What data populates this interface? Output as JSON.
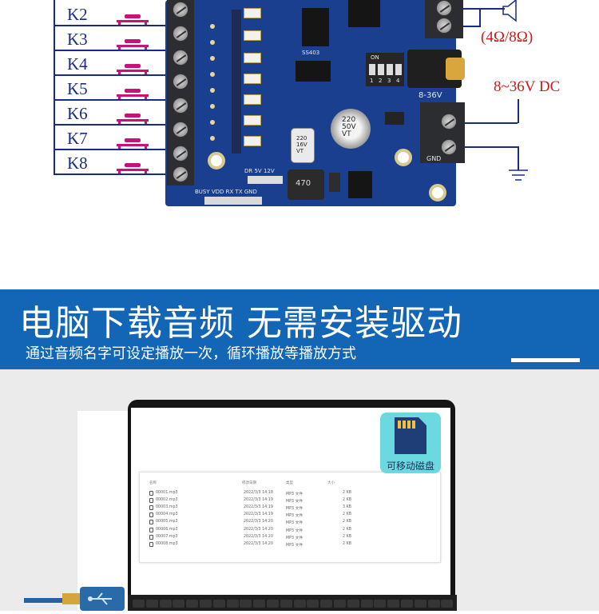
{
  "diagram": {
    "keys": [
      "K2",
      "K3",
      "K4",
      "K5",
      "K6",
      "K7",
      "K8"
    ],
    "speaker_impedance": "(4Ω/8Ω)",
    "power_label": "8~36V DC",
    "board_silkscreen": {
      "chip": "SS403",
      "switch": "ON",
      "switch_nums": [
        "1",
        "2",
        "3",
        "4"
      ],
      "voltage": "8-36V",
      "gnd": "GND",
      "cap_large": "220\n50V\nVT",
      "cap_small": "220\n16V\nVT",
      "inductor": "470",
      "jumpers": "DR  5V  12V",
      "header": "BUSY VDD RX TX GND"
    },
    "colors": {
      "board": "#1b3f8f",
      "wire": "#1a2a8a",
      "button": "#c8127a",
      "annot": "#cc1a1a"
    }
  },
  "banner": {
    "title": "电脑下载音频  无需安装驱动",
    "subtitle": "通过音频名字可设定播放一次，循环播放等播放方式",
    "color": "#1366b6"
  },
  "explorer": {
    "headers": [
      "名称",
      "修改日期",
      "类型",
      "大小"
    ],
    "rows": [
      {
        "name": "00001.mp3",
        "date": "2022/3/3 14:18",
        "type": "MP3 文件",
        "size": "2 KB"
      },
      {
        "name": "00002.mp3",
        "date": "2022/3/3 14:19",
        "type": "MP3 文件",
        "size": "2 KB"
      },
      {
        "name": "00003.mp3",
        "date": "2022/3/3 14:19",
        "type": "MP3 文件",
        "size": "3 KB"
      },
      {
        "name": "00004.mp3",
        "date": "2022/3/3 14:19",
        "type": "MP3 文件",
        "size": "2 KB"
      },
      {
        "name": "00005.mp3",
        "date": "2022/3/3 14:20",
        "type": "MP3 文件",
        "size": "2 KB"
      },
      {
        "name": "00006.mp3",
        "date": "2022/3/3 14:20",
        "type": "MP3 文件",
        "size": "2 KB"
      },
      {
        "name": "00007.mp3",
        "date": "2022/3/3 14:20",
        "type": "MP3 文件",
        "size": "2 KB"
      },
      {
        "name": "00008.mp3",
        "date": "2022/3/3 14:20",
        "type": "MP3 文件",
        "size": "2 KB"
      }
    ]
  },
  "drive_icon": {
    "label": "可移动磁盘",
    "icon": "sd-card-icon"
  }
}
